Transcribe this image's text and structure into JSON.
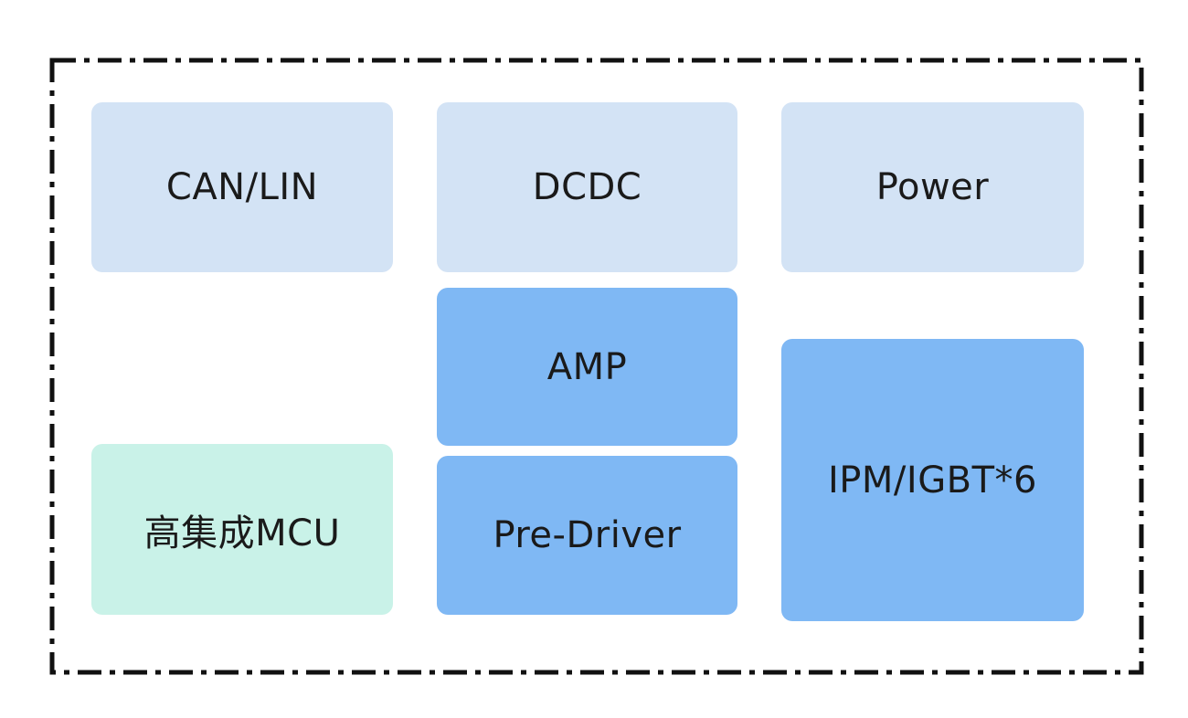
{
  "diagram": {
    "blocks": [
      {
        "id": "blk-canlin",
        "name": "block-can-lin",
        "label": "CAN/LIN",
        "color": "#d3e3f5"
      },
      {
        "id": "blk-dcdc",
        "name": "block-dcdc",
        "label": "DCDC",
        "color": "#d3e3f5"
      },
      {
        "id": "blk-power",
        "name": "block-power",
        "label": "Power",
        "color": "#d3e3f5"
      },
      {
        "id": "blk-amp",
        "name": "block-amp",
        "label": "AMP",
        "color": "#7fb8f4"
      },
      {
        "id": "blk-predrv",
        "name": "block-pre-driver",
        "label": "Pre-Driver",
        "color": "#7fb8f4"
      },
      {
        "id": "blk-ipm",
        "name": "block-ipm-igbt",
        "label": "IPM/IGBT*6",
        "color": "#7fb8f4"
      },
      {
        "id": "blk-mcu",
        "name": "block-mcu",
        "label": "高集成MCU",
        "color": "#c9f2e8"
      }
    ],
    "border_color": "#111111"
  }
}
